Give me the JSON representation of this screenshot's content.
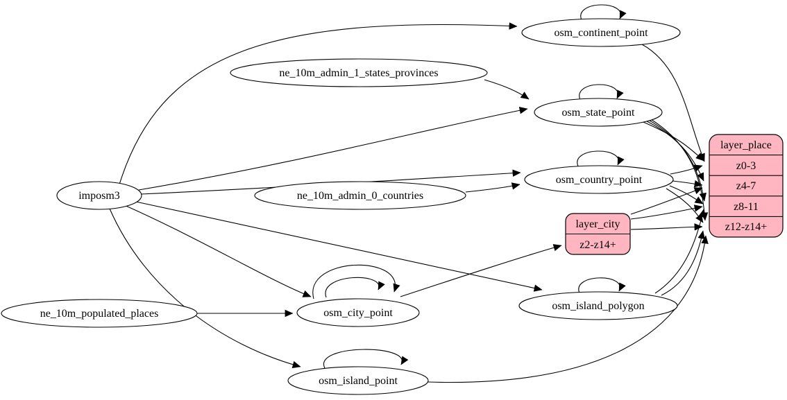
{
  "diagram": {
    "type": "graphviz-digraph",
    "nodes": {
      "imposm3": {
        "label": "imposm3",
        "shape": "ellipse"
      },
      "ne_10m_admin_1_states_provinces": {
        "label": "ne_10m_admin_1_states_provinces",
        "shape": "ellipse"
      },
      "ne_10m_admin_0_countries": {
        "label": "ne_10m_admin_0_countries",
        "shape": "ellipse"
      },
      "ne_10m_populated_places": {
        "label": "ne_10m_populated_places",
        "shape": "ellipse"
      },
      "osm_continent_point": {
        "label": "osm_continent_point",
        "shape": "ellipse"
      },
      "osm_state_point": {
        "label": "osm_state_point",
        "shape": "ellipse"
      },
      "osm_country_point": {
        "label": "osm_country_point",
        "shape": "ellipse"
      },
      "osm_city_point": {
        "label": "osm_city_point",
        "shape": "ellipse"
      },
      "osm_island_polygon": {
        "label": "osm_island_polygon",
        "shape": "ellipse"
      },
      "osm_island_point": {
        "label": "osm_island_point",
        "shape": "ellipse"
      },
      "layer_city": {
        "label": "layer_city",
        "shape": "record",
        "rows": [
          "z2-z14+"
        ]
      },
      "layer_place": {
        "label": "layer_place",
        "shape": "record",
        "rows": [
          "z0-3",
          "z4-7",
          "z8-11",
          "z12-z14+"
        ]
      }
    },
    "edges": [
      {
        "from": "imposm3",
        "to": "osm_continent_point"
      },
      {
        "from": "imposm3",
        "to": "osm_state_point"
      },
      {
        "from": "imposm3",
        "to": "osm_country_point"
      },
      {
        "from": "imposm3",
        "to": "osm_city_point"
      },
      {
        "from": "imposm3",
        "to": "osm_island_polygon"
      },
      {
        "from": "imposm3",
        "to": "osm_island_point"
      },
      {
        "from": "ne_10m_admin_1_states_provinces",
        "to": "osm_state_point"
      },
      {
        "from": "ne_10m_admin_0_countries",
        "to": "osm_country_point"
      },
      {
        "from": "ne_10m_populated_places",
        "to": "osm_city_point"
      },
      {
        "from": "osm_continent_point",
        "to": "osm_continent_point",
        "self_loop": true
      },
      {
        "from": "osm_state_point",
        "to": "osm_state_point",
        "self_loop": true
      },
      {
        "from": "osm_country_point",
        "to": "osm_country_point",
        "self_loop": true
      },
      {
        "from": "osm_city_point",
        "to": "osm_city_point",
        "self_loop": true
      },
      {
        "from": "osm_city_point",
        "to": "osm_city_point",
        "self_loop": true
      },
      {
        "from": "osm_island_polygon",
        "to": "osm_island_polygon",
        "self_loop": true
      },
      {
        "from": "osm_island_point",
        "to": "osm_island_point",
        "self_loop": true
      },
      {
        "from": "osm_continent_point",
        "to": "layer_place",
        "to_row": "z0-3"
      },
      {
        "from": "osm_state_point",
        "to": "layer_place",
        "to_row": "z0-3"
      },
      {
        "from": "osm_state_point",
        "to": "layer_place",
        "to_row": "z4-7"
      },
      {
        "from": "osm_state_point",
        "to": "layer_place",
        "to_row": "z8-11"
      },
      {
        "from": "osm_state_point",
        "to": "layer_place",
        "to_row": "z12-z14+"
      },
      {
        "from": "osm_country_point",
        "to": "layer_place",
        "to_row": "z0-3"
      },
      {
        "from": "osm_country_point",
        "to": "layer_place",
        "to_row": "z4-7"
      },
      {
        "from": "osm_country_point",
        "to": "layer_place",
        "to_row": "z8-11"
      },
      {
        "from": "osm_country_point",
        "to": "layer_place",
        "to_row": "z12-z14+"
      },
      {
        "from": "osm_city_point",
        "to": "layer_city",
        "to_row": "z2-z14+"
      },
      {
        "from": "layer_city",
        "to": "layer_place",
        "to_row": "z4-7"
      },
      {
        "from": "layer_city",
        "to": "layer_place",
        "to_row": "z8-11"
      },
      {
        "from": "layer_city",
        "to": "layer_place",
        "to_row": "z12-z14+"
      },
      {
        "from": "osm_island_polygon",
        "to": "layer_place",
        "to_row": "z8-11"
      },
      {
        "from": "osm_island_polygon",
        "to": "layer_place",
        "to_row": "z12-z14+"
      },
      {
        "from": "osm_island_point",
        "to": "layer_place",
        "to_row": "z12-z14+"
      }
    ],
    "colors": {
      "background": "#ffffff",
      "node_fill": "#ffffff",
      "record_fill": "#ffb6c1",
      "stroke": "#000000"
    }
  }
}
